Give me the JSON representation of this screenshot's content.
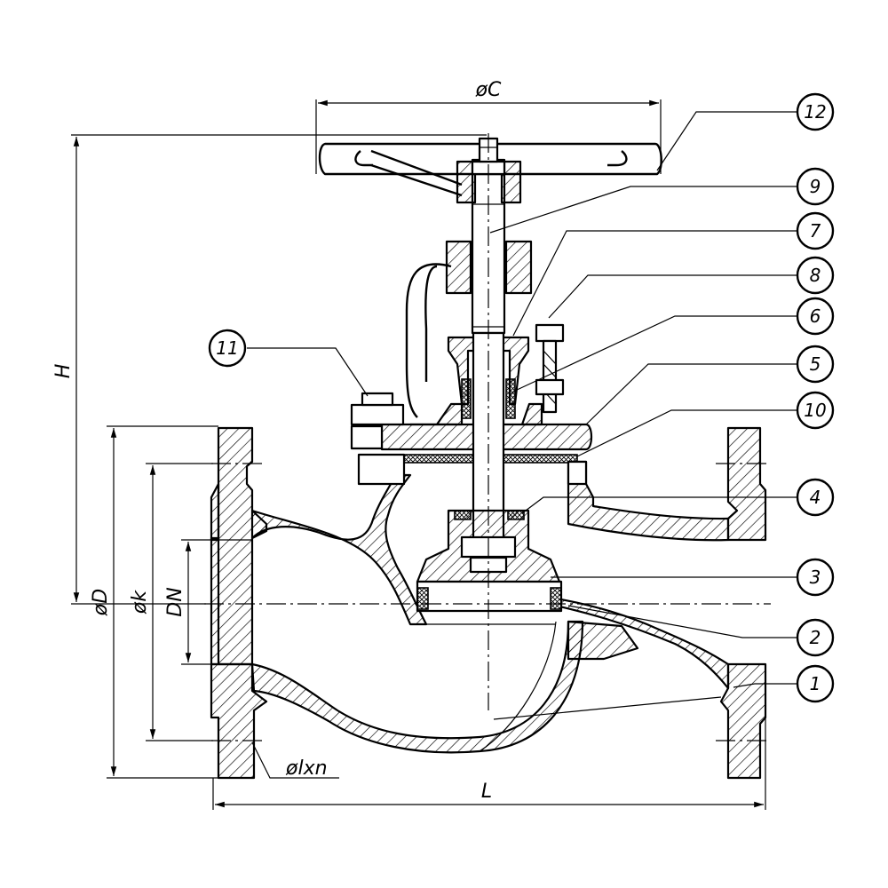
{
  "dimensions": {
    "overall_height": "H",
    "handwheel_diameter": "øC",
    "flange_outer_diameter": "øD",
    "bolt_circle_diameter": "øk",
    "nominal_diameter": "DN",
    "bolt_holes": "ølxn",
    "face_to_face_length": "L"
  },
  "callouts": [
    "12",
    "9",
    "7",
    "8",
    "6",
    "5",
    "10",
    "4",
    "3",
    "2",
    "1",
    "11"
  ]
}
